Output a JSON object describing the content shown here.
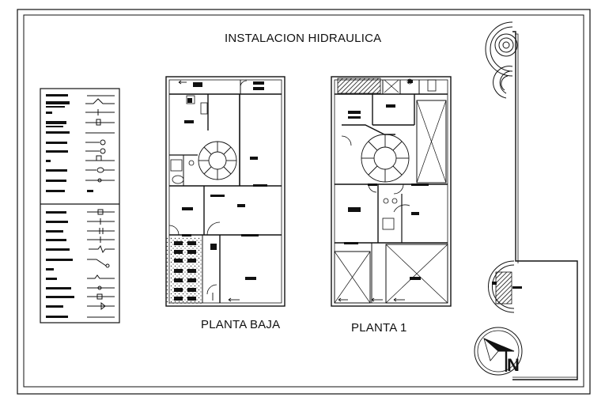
{
  "title": "INSTALACION HIDRAULICA",
  "plans": [
    {
      "id": "planta-baja",
      "label": "PLANTA BAJA"
    },
    {
      "id": "planta-1",
      "label": "PLANTA 1"
    }
  ],
  "north_letter": "N",
  "colors": {
    "line": "#111111",
    "background": "#ffffff",
    "hatch": "#333333"
  }
}
